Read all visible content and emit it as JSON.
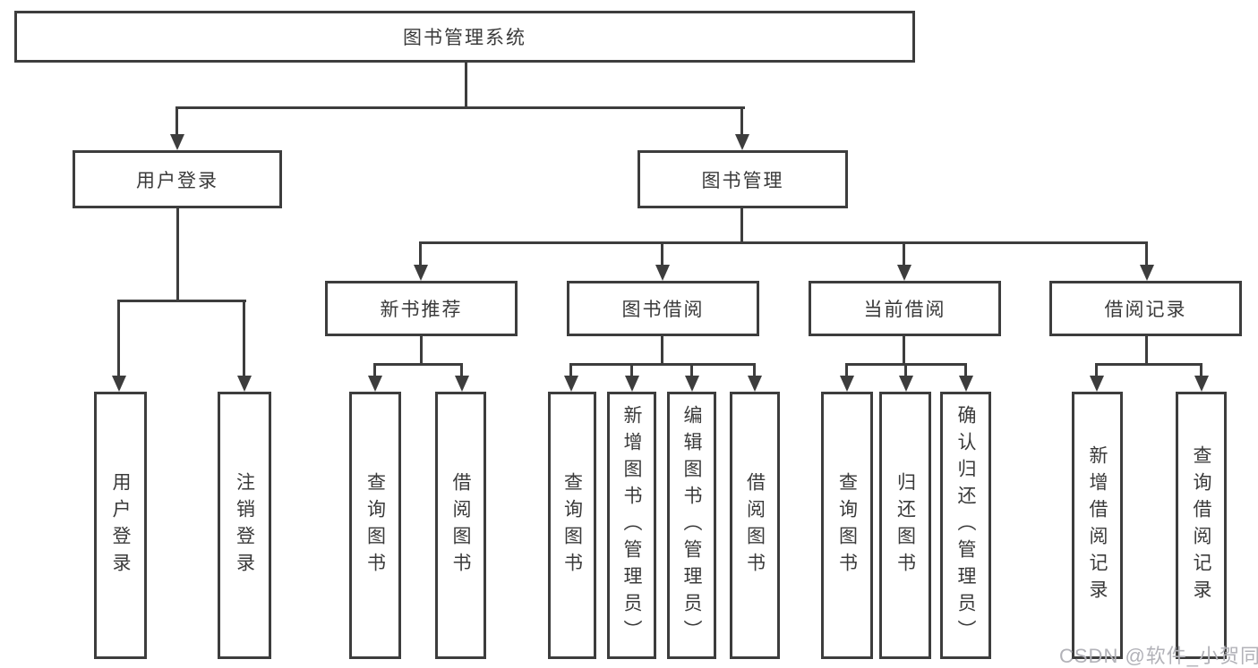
{
  "nodes": {
    "root": "图书管理系统",
    "user_login": "用户登录",
    "book_mgmt": "图书管理",
    "new_book": "新书推荐",
    "book_borrow": "图书借阅",
    "current_borrow": "当前借阅",
    "borrow_records": "借阅记录",
    "login_children": [
      "用户登录",
      "注销登录"
    ],
    "new_book_children": [
      "查询图书",
      "借阅图书"
    ],
    "book_borrow_children": [
      "查询图书",
      "新增图书（管理员）",
      "编辑图书（管理员）",
      "借阅图书"
    ],
    "current_borrow_children": [
      "查询图书",
      "归还图书",
      "确认归还（管理员）"
    ],
    "borrow_records_children": [
      "新增借阅记录",
      "查询借阅记录"
    ]
  },
  "watermark": "CSDN @软件_小贺同学",
  "colors": {
    "line": "#3d3d3d",
    "box_border": "#3d3d3d",
    "text": "#3a3a3a",
    "watermark": "#b2b2b8",
    "background": "#ffffff"
  }
}
